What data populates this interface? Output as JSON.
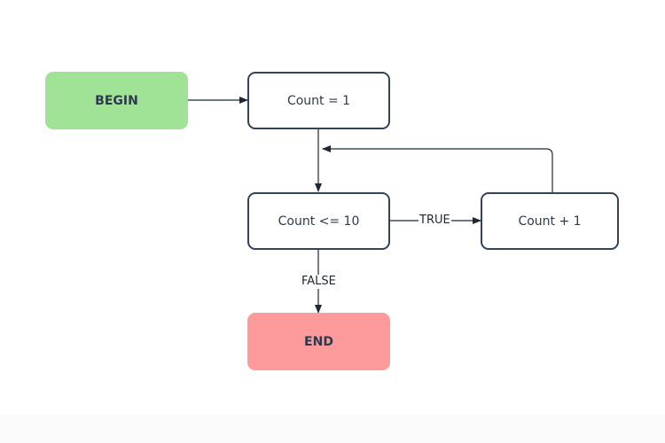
{
  "diagram": {
    "nodes": {
      "begin": {
        "label": "BEGIN",
        "color": "#a1e396"
      },
      "init": {
        "label": "Count = 1"
      },
      "condition": {
        "label": "Count <= 10"
      },
      "increment": {
        "label": "Count + 1"
      },
      "end": {
        "label": "END",
        "color": "#fd9a9c"
      }
    },
    "edges": [
      {
        "from": "begin",
        "to": "init",
        "label": ""
      },
      {
        "from": "init",
        "to": "condition",
        "label": ""
      },
      {
        "from": "condition",
        "to": "increment",
        "label": "TRUE"
      },
      {
        "from": "increment",
        "to": "condition",
        "label": ""
      },
      {
        "from": "condition",
        "to": "end",
        "label": "FALSE"
      }
    ],
    "colors": {
      "stroke": "#33435a",
      "edge": "#1f2733"
    }
  }
}
